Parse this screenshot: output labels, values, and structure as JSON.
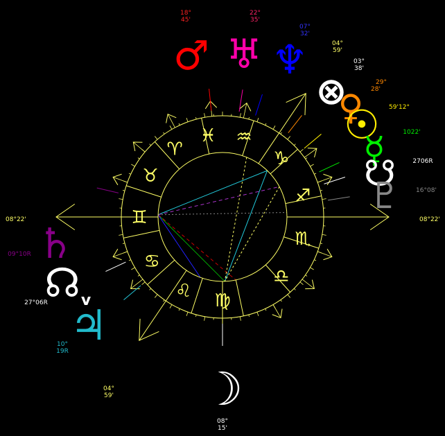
{
  "colors": {
    "background": "#000000",
    "wheel": "#ffff66",
    "sun": "#ffee00",
    "moon": "#ffffff",
    "mercury": "#00ee00",
    "venus": "#ff8800",
    "mars": "#ff0000",
    "jupiter": "#22bbcc",
    "saturn": "#880088",
    "uranus": "#ff00aa",
    "neptune": "#0000ff",
    "pluto": "#888888",
    "node": "#ffffff",
    "fortune": "#ffffff"
  },
  "signs": [
    {
      "name": "aries",
      "glyph": "♈"
    },
    {
      "name": "taurus",
      "glyph": "♉"
    },
    {
      "name": "gemini",
      "glyph": "♊"
    },
    {
      "name": "cancer",
      "glyph": "♋"
    },
    {
      "name": "leo",
      "glyph": "♌"
    },
    {
      "name": "virgo",
      "glyph": "♍"
    },
    {
      "name": "libra",
      "glyph": "♎"
    },
    {
      "name": "scorpio",
      "glyph": "♏"
    },
    {
      "name": "sagittarius",
      "glyph": "♐"
    },
    {
      "name": "capricorn",
      "glyph": "♑"
    },
    {
      "name": "aquarius",
      "glyph": "♒"
    },
    {
      "name": "pisces",
      "glyph": "♓"
    }
  ],
  "angles": {
    "asc": "08°22'",
    "dsc": "08°22'"
  },
  "house_cusps": {
    "cusp_top_right": {
      "deg": "04°",
      "min": "59'"
    },
    "cusp_bottom_left": {
      "deg": "04°",
      "min": "59'"
    }
  },
  "planets": {
    "mars": {
      "glyph": "♂",
      "deg": "18°",
      "min": "45'"
    },
    "uranus": {
      "glyph": "♅",
      "deg": "22°",
      "min": "35'"
    },
    "neptune": {
      "glyph": "♆",
      "deg": "07°",
      "min": "32'"
    },
    "fortune": {
      "glyph": "⊗",
      "deg": "03°",
      "min": "38'"
    },
    "venus": {
      "glyph": "♀",
      "deg": "29°",
      "min": "28'"
    },
    "sun": {
      "glyph": "☉",
      "deg": "12°",
      "min": "59'"
    },
    "mercury": {
      "glyph": "☿",
      "deg": "22'",
      "min": "10"
    },
    "south_node_right": {
      "glyph": "☋",
      "deg": "06R",
      "min": "27"
    },
    "pluto": {
      "glyph": "♇",
      "deg": "08'",
      "min": "16°"
    },
    "saturn": {
      "glyph": "♄",
      "deg": "10R",
      "min": "09°"
    },
    "node": {
      "glyph": "☊",
      "deg": "06R",
      "min": "27°"
    },
    "node_v": "v",
    "jupiter": {
      "glyph": "♃",
      "deg": "10°",
      "min": "19R"
    },
    "moon": {
      "glyph": "☽",
      "deg": "08°",
      "min": "15'"
    }
  }
}
